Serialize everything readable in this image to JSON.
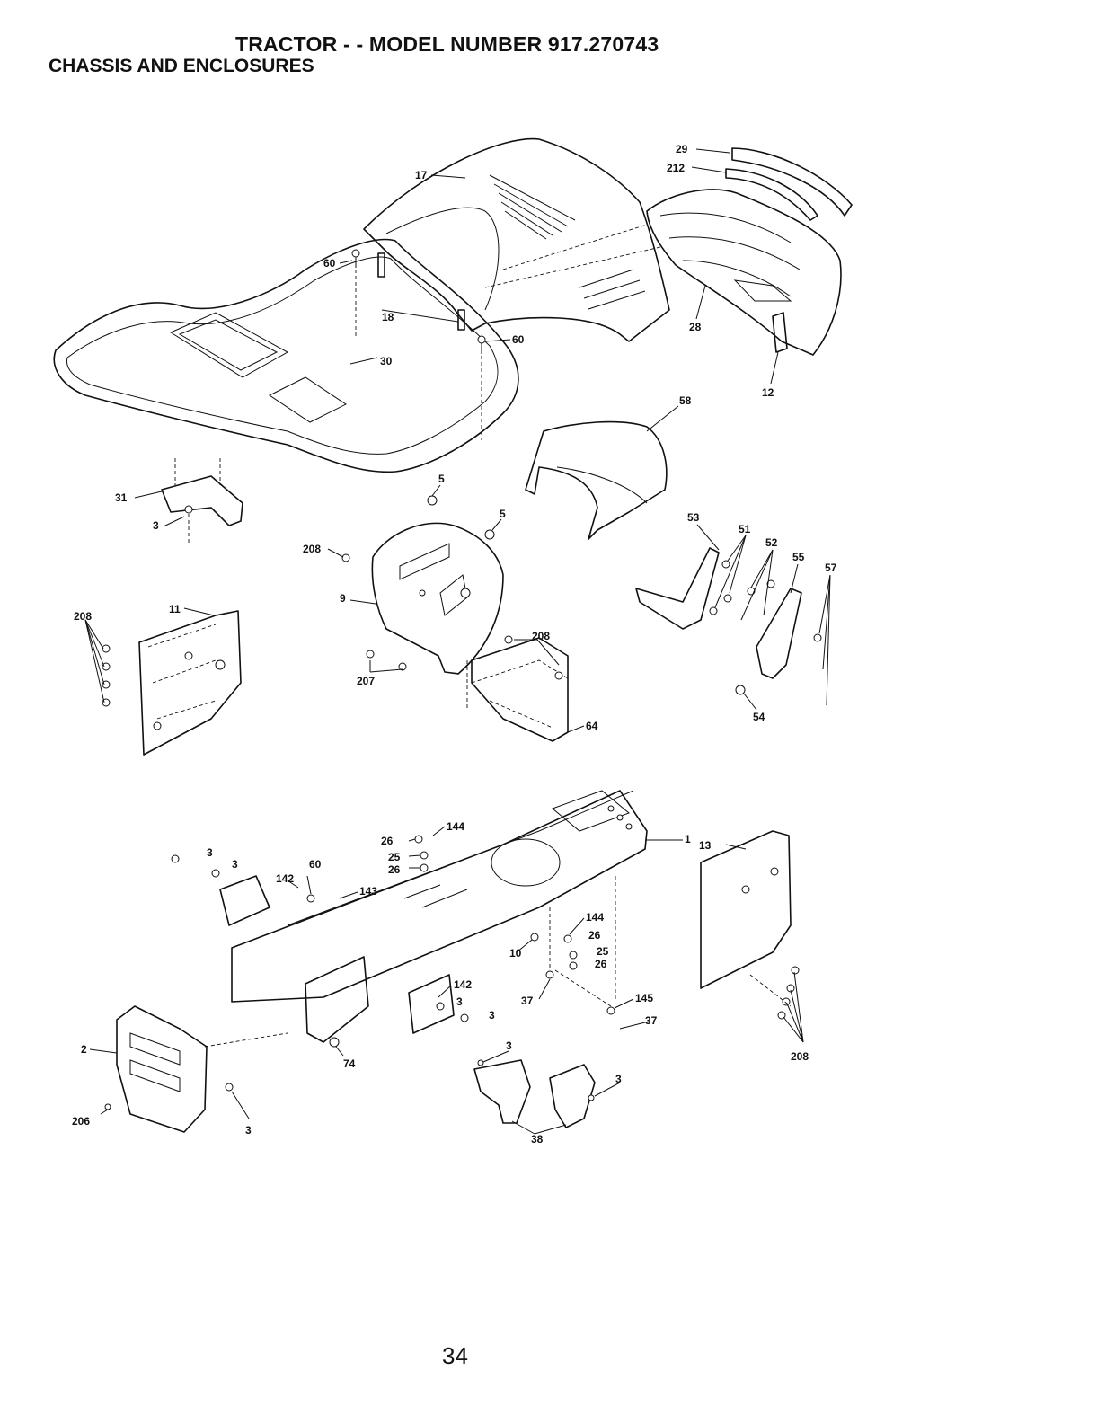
{
  "header": {
    "title": "TRACTOR - - MODEL NUMBER 917.270743",
    "subtitle": "CHASSIS AND ENCLOSURES"
  },
  "footer": {
    "page_number": "34"
  },
  "callouts": [
    {
      "id": "c29",
      "label": "29"
    },
    {
      "id": "c212",
      "label": "212"
    },
    {
      "id": "c17",
      "label": "17"
    },
    {
      "id": "c60a",
      "label": "60"
    },
    {
      "id": "c18",
      "label": "18"
    },
    {
      "id": "c60b",
      "label": "60"
    },
    {
      "id": "c30",
      "label": "30"
    },
    {
      "id": "c28",
      "label": "28"
    },
    {
      "id": "c12",
      "label": "12"
    },
    {
      "id": "c58",
      "label": "58"
    },
    {
      "id": "c5a",
      "label": "5"
    },
    {
      "id": "c5b",
      "label": "5"
    },
    {
      "id": "c31",
      "label": "31"
    },
    {
      "id": "c3a",
      "label": "3"
    },
    {
      "id": "c208a",
      "label": "208"
    },
    {
      "id": "c9",
      "label": "9"
    },
    {
      "id": "c53",
      "label": "53"
    },
    {
      "id": "c51",
      "label": "51"
    },
    {
      "id": "c52",
      "label": "52"
    },
    {
      "id": "c55",
      "label": "55"
    },
    {
      "id": "c57",
      "label": "57"
    },
    {
      "id": "c208b",
      "label": "208"
    },
    {
      "id": "c11",
      "label": "11"
    },
    {
      "id": "c208c",
      "label": "208"
    },
    {
      "id": "c207",
      "label": "207"
    },
    {
      "id": "c64",
      "label": "64"
    },
    {
      "id": "c54",
      "label": "54"
    },
    {
      "id": "c144a",
      "label": "144"
    },
    {
      "id": "c26a",
      "label": "26"
    },
    {
      "id": "c25a",
      "label": "25"
    },
    {
      "id": "c26b",
      "label": "26"
    },
    {
      "id": "c1",
      "label": "1"
    },
    {
      "id": "c13",
      "label": "13"
    },
    {
      "id": "c3b",
      "label": "3"
    },
    {
      "id": "c3c",
      "label": "3"
    },
    {
      "id": "c60c",
      "label": "60"
    },
    {
      "id": "c142a",
      "label": "142"
    },
    {
      "id": "c143",
      "label": "143"
    },
    {
      "id": "c144b",
      "label": "144"
    },
    {
      "id": "c26c",
      "label": "26"
    },
    {
      "id": "c10",
      "label": "10"
    },
    {
      "id": "c25b",
      "label": "25"
    },
    {
      "id": "c26d",
      "label": "26"
    },
    {
      "id": "c142b",
      "label": "142"
    },
    {
      "id": "c3d",
      "label": "3"
    },
    {
      "id": "c3e",
      "label": "3"
    },
    {
      "id": "c37a",
      "label": "37"
    },
    {
      "id": "c145",
      "label": "145"
    },
    {
      "id": "c37b",
      "label": "37"
    },
    {
      "id": "c2",
      "label": "2"
    },
    {
      "id": "c74",
      "label": "74"
    },
    {
      "id": "c3f",
      "label": "3"
    },
    {
      "id": "c3g",
      "label": "3"
    },
    {
      "id": "c208d",
      "label": "208"
    },
    {
      "id": "c206",
      "label": "206"
    },
    {
      "id": "c3h",
      "label": "3"
    },
    {
      "id": "c38",
      "label": "38"
    }
  ]
}
